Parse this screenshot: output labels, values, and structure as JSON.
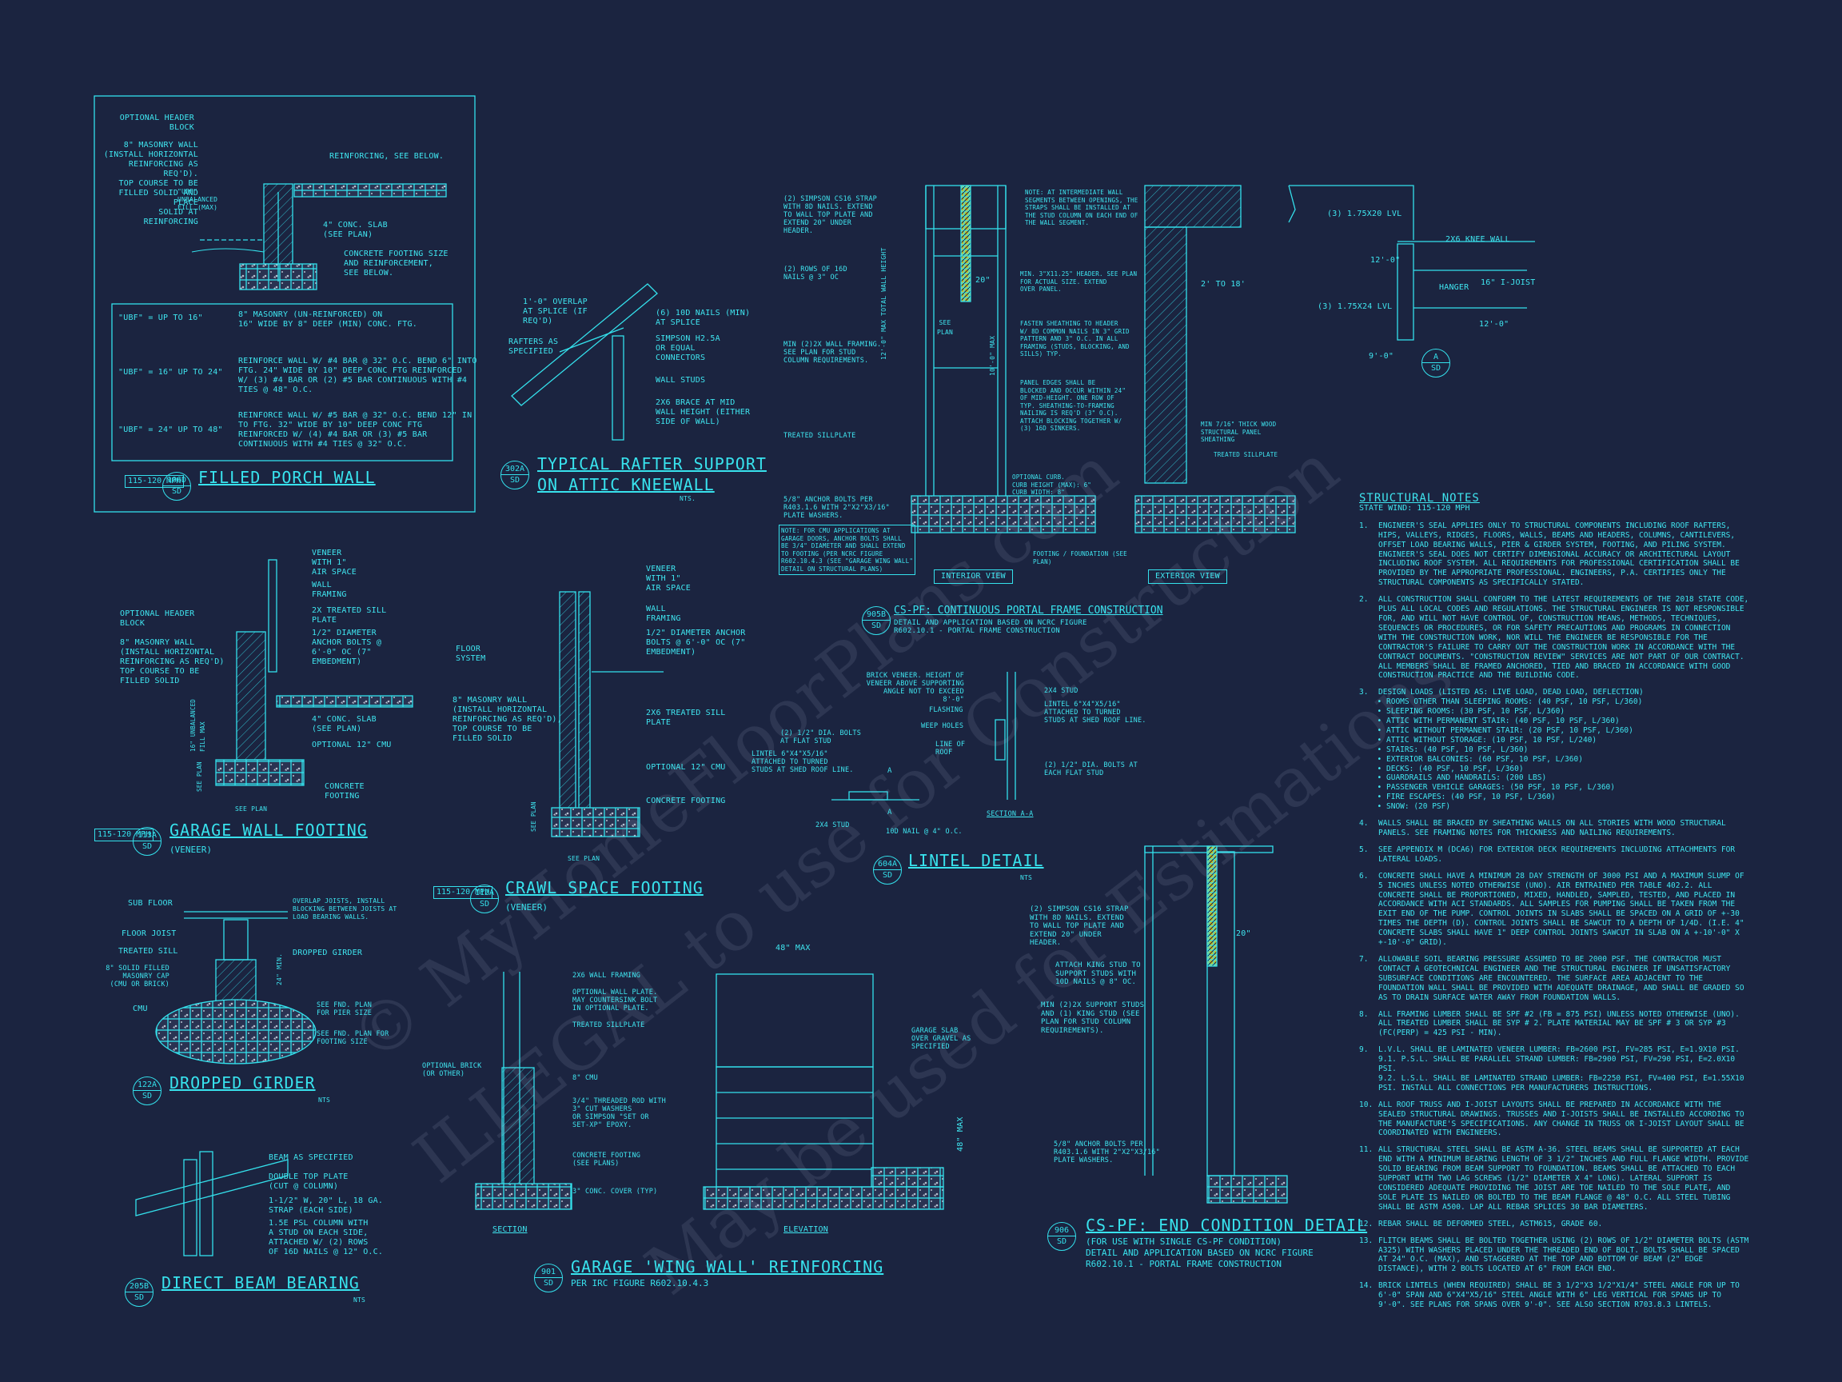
{
  "details": {
    "d106d": {
      "title": "FILLED PORCH WALL",
      "num": "106D",
      "sheet": "SD",
      "mph": "115-120\nMPH",
      "labels": [
        "OPTIONAL HEADER\nBLOCK",
        "8\" MASONRY WALL\n(INSTALL HORIZONTAL\nREINFORCING AS REQ'D).\nTOP COURSE TO BE\nFILLED SOLID AND PLACE\nSOLID AT REINFORCING",
        "REINFORCING, SEE BELOW.",
        "4\" CONC. SLAB\n(SEE PLAN)",
        "CONCRETE FOOTING SIZE\nAND REINFORCEMENT,\nSEE BELOW.",
        "\"UBF\"\nUNBALANCED\nFILL (MAX)"
      ],
      "table": [
        {
          "k": "\"UBF\" = UP TO 16\"",
          "v": "8\" MASONRY (UN-REINFORCED) ON\n16\" WIDE BY 8\" DEEP (MIN) CONC. FTG."
        },
        {
          "k": "\"UBF\" = 16\" UP TO 24\"",
          "v": "REINFORCE WALL W/ #4 BAR @ 32\" O.C. BEND 6\" INTO\nFTG. 24\" WIDE BY 10\" DEEP CONC FTG REINFORCED\nW/ (3) #4 BAR OR (2) #5 BAR CONTINUOUS WITH #4\nTIES @ 48\" O.C."
        },
        {
          "k": "\"UBF\" = 24\" UP TO 48\"",
          "v": "REINFORCE WALL W/ #5 BAR @ 32\" O.C. BEND 12\" IN\nTO FTG. 32\" WIDE BY 10\" DEEP CONC FTG\nREINFORCED W/ (4) #4 BAR OR (3) #5 BAR\nCONTINUOUS WITH #4 TIES @ 32\" O.C."
        }
      ]
    },
    "d302a": {
      "title": "TYPICAL RAFTER SUPPORT",
      "title2": "ON ATTIC KNEEWALL",
      "num": "302A",
      "sheet": "SD",
      "nts": "NTS.",
      "labels": [
        "1'-0\" OVERLAP\nAT SPLICE (IF\nREQ'D)",
        "RAFTERS AS\nSPECIFIED",
        "(6) 10d NAILS (MIN)\nAT SPLICE",
        "SIMPSON H2.5A\nOR EQUAL\nCONNECTORS",
        "WALL STUDS",
        "2x6 BRACE AT MID\nWALL HEIGHT (EITHER\nSIDE OF WALL)"
      ]
    },
    "d905b": {
      "title": "CS-PF: CONTINUOUS PORTAL FRAME CONSTRUCTION",
      "num": "905B",
      "sheet": "SD",
      "sub": "DETAIL AND APPLICATION BASED ON NCRC FIGURE\nR602.10.1 - PORTAL FRAME CONSTRUCTION",
      "interior": "INTERIOR VIEW",
      "exterior": "EXTERIOR VIEW",
      "labels": [
        "(2) SIMPSON CS16 STRAP\nWITH 8d NAILS. EXTEND\nTO WALL TOP PLATE AND\nEXTEND 20\" UNDER\nHEADER.",
        "(2) ROWS OF 16d\nNAILS @ 3\" OC",
        "MIN (2)2X WALL FRAMING.\nSEE PLAN FOR STUD\nCOLUMN REQUIREMENTS.",
        "TREATED SILLPLATE",
        "5/8\" ANCHOR BOLTS PER\nR403.1.6 WITH 2\"x2\"x3/16\"\nPLATE WASHERS.",
        "NOTE: AT INTERMEDIATE WALL\nSEGMENTS BETWEEN OPENINGS, THE\nSTRAPS SHALL BE INSTALLED AT\nTHE STUD COLUMN ON EACH END OF\nTHE WALL SEGMENT.",
        "MIN. 3\"x11.25\" HEADER. SEE PLAN\nFOR ACTUAL SIZE. EXTEND\nOVER PANEL.",
        "FASTEN SHEATHING TO HEADER\nW/ 8d COMMON NAILS IN 3\" GRID\nPATTERN AND 3\" O.C. IN ALL\nFRAMING (STUDS, BLOCKING, AND\nSILLS) TYP.",
        "PANEL EDGES SHALL BE\nBLOCKED AND OCCUR WITHIN 24\"\nOF MID-HEIGHT. ONE ROW OF\nTYP. SHEATHING-TO-FRAMING\nNAILING IS REQ'D (3\" O.C).\nATTACH BLOCKING TOGETHER W/\n(3) 16d SINKERS.",
        "OPTIONAL CURB.\nCURB HEIGHT (MAX): 6\"\nCURB WIDTH: 8\"",
        "MIN 7/16\" THICK WOOD\nSTRUCTURAL PANEL\nSHEATHING",
        "TREATED SILLPLATE",
        "FOOTING / FOUNDATION (SEE\nPLAN)",
        "NOTE: FOR CMU APPLICATIONS AT\nGARAGE DOORS, ANCHOR BOLTS SHALL\nBE 3/4\" DIAMETER AND SHALL EXTEND\nTO FOOTING (PER NCRC FIGURE\nR602.10.4.3 (SEE \"GARAGE WING WALL\"\nDETAIL ON STRUCTURAL PLANS)",
        "20\"",
        "SEE\nPLAN",
        "12'-0\" MAX TOTAL WALL HEIGHT",
        "10'-0\" MAX",
        "2' TO 18'"
      ]
    },
    "dA": {
      "num": "A",
      "sheet": "SD",
      "labels": [
        "(3) 1.75x20 LVL",
        "2x6 KNEE WALL",
        "HANGER",
        "16\" I-JOIST",
        "(3) 1.75x24 LVL",
        "12'-0\"",
        "12'-0\"",
        "9'-0\""
      ]
    },
    "d113a": {
      "title": "GARAGE WALL FOOTING",
      "num": "113A",
      "sheet": "SD",
      "mph": "115-120\nMPH",
      "sub": "(VENEER)",
      "labels": [
        "VENEER\nWITH 1\"\nAIR SPACE",
        "WALL\nFRAMING",
        "OPTIONAL HEADER\nBLOCK",
        "2x TREATED SILL\nPLATE",
        "8\" MASONRY WALL\n(INSTALL HORIZONTAL\nREINFORCING AS REQ'D)\nTOP COURSE TO BE\nFILLED SOLID",
        "1/2\" DIAMETER\nANCHOR BOLTS @\n6'-0\" OC (7\"\nEMBEDMENT)",
        "4\" CONC. SLAB\n(SEE PLAN)",
        "OPTIONAL 12\" CMU",
        "CONCRETE\nFOOTING",
        "SEE PLAN",
        "16\" UNBALANCED FILL MAX",
        "SEE PLAN"
      ]
    },
    "d112a": {
      "title": "CRAWL SPACE FOOTING",
      "num": "112A",
      "sheet": "SD",
      "mph": "115-120\nMPH",
      "sub": "(VENEER)",
      "labels": [
        "VENEER\nWITH 1\"\nAIR SPACE",
        "WALL\nFRAMING",
        "FLOOR\nSYSTEM",
        "1/2\" DIAMETER ANCHOR\nBOLTS @ 6'-0\" OC (7\"\nEMBEDMENT)",
        "8\" MASONRY WALL\n(INSTALL HORIZONTAL\nREINFORCING AS REQ'D),\nTOP COURSE TO BE\nFILLED SOLID",
        "2x6 TREATED SILL\nPLATE",
        "OPTIONAL 12\" CMU",
        "CONCRETE FOOTING",
        "SEE PLAN",
        "SEE PLAN"
      ]
    },
    "d604a": {
      "title": "LINTEL DETAIL",
      "num": "604A",
      "sheet": "SD",
      "nts": "NTS",
      "labels": [
        "BRICK VENEER. HEIGHT OF\nVENEER ABOVE SUPPORTING\nANGLE NOT TO EXCEED 8'-0\"",
        "2x4 STUD",
        "FLASHING",
        "LINTEL 6\"x4\"x5/16\"\nATTACHED TO TURNED\nSTUDS AT SHED ROOF LINE.",
        "WEEP HOLES",
        "LINE OF\nROOF",
        "(2) 1/2\" DIA. BOLTS\nAT FLAT STUD",
        "LINTEL 6\"x4\"x5/16\"\nATTACHED TO TURNED\nSTUDS AT SHED ROOF LINE.",
        "(2) 1/2\" DIA. BOLTS AT\nEACH FLAT STUD",
        "2x4 STUD",
        "10d NAIL @ 4\" O.C.",
        "SECTION A-A",
        "A",
        "A"
      ]
    },
    "d122a": {
      "title": "DROPPED GIRDER",
      "num": "122A",
      "sheet": "SD",
      "nts": "NTS",
      "labels": [
        "SUB FLOOR",
        "OVERLAP JOISTS, INSTALL\nBLOCKING BETWEEN JOISTS AT\nLOAD BEARING WALLS.",
        "FLOOR JOIST",
        "TREATED SILL",
        "DROPPED GIRDER",
        "8\" SOLID FILLED\nMASONRY CAP\n(CMU OR BRICK)",
        "CMU",
        "SEE FND. PLAN\nFOR PIER SIZE",
        "SEE FND. PLAN FOR\nFOOTING SIZE",
        "24\" MIN."
      ]
    },
    "d205b": {
      "title": "DIRECT BEAM BEARING",
      "num": "205B",
      "sheet": "SD",
      "nts": "NTS",
      "labels": [
        "BEAM AS SPECIFIED",
        "DOUBLE TOP PLATE\n(CUT @ COLUMN)",
        "1-1/2\" W, 20\" L, 18 GA.\nSTRAP (EACH SIDE)",
        "1.5E PSL COLUMN WITH\nA STUD ON EACH SIDE,\nATTACHED W/ (2) ROWS\nOF 16d NAILS @ 12\" O.C."
      ]
    },
    "d901": {
      "title": "GARAGE 'WING WALL' REINFORCING",
      "num": "901",
      "sheet": "SD",
      "sub": "PER IRC FIGURE R602.10.4.3",
      "section": "SECTION",
      "elevation": "ELEVATION",
      "labels": [
        "2x6 WALL FRAMING",
        "OPTIONAL WALL PLATE.\nMAY COUNTERSINK BOLT\nIN OPTIONAL PLATE.",
        "TREATED SILLPLATE",
        "OPTIONAL BRICK\n(OR OTHER)",
        "8\" CMU",
        "3/4\" THREADED ROD WITH\n3\" CUT WASHERS\nOR SIMPSON \"SET OR\nSET-XP\" EPOXY.",
        "CONCRETE FOOTING\n(SEE PLANS)",
        "3\" CONC. COVER (TYP)",
        "GARAGE SLAB\nOVER GRAVEL AS\nSPECIFIED",
        "48\" MAX",
        "48\" MAX"
      ]
    },
    "d906": {
      "title": "CS-PF: END CONDITION DETAIL",
      "num": "906",
      "sheet": "SD",
      "sub": "(FOR USE WITH SINGLE CS-PF CONDITION)\nDETAIL AND APPLICATION BASED ON NCRC FIGURE\nR602.10.1 - PORTAL FRAME CONSTRUCTION",
      "labels": [
        "(2) SIMPSON CS16 STRAP\nWITH 8d NAILS. EXTEND\nTO WALL TOP PLATE AND\nEXTEND 20\" UNDER\nHEADER.",
        "ATTACH KING STUD TO\nSUPPORT STUDS WITH\n10d NAILS @ 8\" OC.",
        "MIN (2)2X SUPPORT STUDS\nAND (1) KING STUD (SEE\nPLAN FOR STUD COLUMN\nREQUIREMENTS).",
        "5/8\" ANCHOR BOLTS PER\nR403.1.6 WITH 2\"x2\"x3/16\"\nPLATE WASHERS.",
        "20\""
      ]
    }
  },
  "notes": {
    "heading": "STRUCTURAL NOTES",
    "state": "STATE Wind: 115-120 mph",
    "items": [
      {
        "n": "1.",
        "text": "ENGINEER'S SEAL APPLIES ONLY TO STRUCTURAL COMPONENTS INCLUDING ROOF RAFTERS, HIPS, VALLEYS, RIDGES, FLOORS, WALLS, BEAMS AND HEADERS, COLUMNS, CANTILEVERS, OFFSET LOAD BEARING WALLS, PIER & GIRDER SYSTEM, FOOTING, AND PILING SYSTEM. ENGINEER'S SEAL DOES NOT CERTIFY DIMENSIONAL ACCURACY OR ARCHITECTURAL LAYOUT INCLUDING ROOF SYSTEM. ALL REQUIREMENTS FOR PROFESSIONAL CERTIFICATION SHALL BE PROVIDED BY THE APPROPRIATE PROFESSIONAL. ENGINEERS, P.A. CERTIFIES ONLY THE STRUCTURAL COMPONENTS AS SPECIFICALLY STATED."
      },
      {
        "n": "2.",
        "text": "ALL CONSTRUCTION SHALL CONFORM TO THE LATEST REQUIREMENTS OF THE 2018 STATE CODE, PLUS ALL LOCAL CODES AND REGULATIONS. THE STRUCTURAL ENGINEER IS NOT RESPONSIBLE FOR, AND WILL NOT HAVE CONTROL OF, CONSTRUCTION MEANS, METHODS, TECHNIQUES, SEQUENCES OR PROCEDURES, OR FOR SAFETY PRECAUTIONS AND PROGRAMS IN CONNECTION WITH THE CONSTRUCTION WORK, NOR WILL THE ENGINEER BE RESPONSIBLE FOR THE CONTRACTOR'S FAILURE TO CARRY OUT THE CONSTRUCTION WORK IN ACCORDANCE WITH THE CONTRACT DOCUMENTS. \"CONSTRUCTION REVIEW\" SERVICES ARE NOT PART OF OUR CONTRACT. ALL MEMBERS SHALL BE FRAMED ANCHORED, TIED AND BRACED IN ACCORDANCE WITH GOOD CONSTRUCTION PRACTICE AND THE BUILDING CODE."
      },
      {
        "n": "3.",
        "text": "DESIGN LOADS (LISTED AS: LIVE LOAD, DEAD LOAD, DEFLECTION)",
        "list": [
          "ROOMS OTHER THAN SLEEPING ROOMS: (40 PSF, 10 PSF, L/360)",
          "SLEEPING ROOMS: (30 PSF, 10 PSF, L/360)",
          "ATTIC WITH PERMANENT STAIR: (40 PSF, 10 PSF, L/360)",
          "ATTIC WITHOUT PERMANENT STAIR: (20 PSF, 10 PSF, L/360)",
          "ATTIC WITHOUT STORAGE: (10 PSF, 10 PSF, L/240)",
          "STAIRS: (40 PSF, 10 PSF, L/360)",
          "EXTERIOR BALCONIES: (60 PSF, 10 PSF, L/360)",
          "DECKS: (40 PSF, 10 PSF, L/360)",
          "GUARDRAILS AND HANDRAILS: (200 LBS)",
          "PASSENGER VEHICLE GARAGES: (50 PSF, 10 PSF, L/360)",
          "FIRE ESCAPES: (40 PSF, 10 PSF, L/360)",
          "SNOW: (20 PSF)"
        ]
      },
      {
        "n": "4.",
        "text": "WALLS SHALL BE BRACED BY SHEATHING WALLS ON ALL STORIES WITH WOOD STRUCTURAL PANELS. SEE FRAMING NOTES FOR THICKNESS AND NAILING REQUIREMENTS."
      },
      {
        "n": "5.",
        "text": "SEE APPENDIX M (DCA6) FOR EXTERIOR DECK REQUIREMENTS INCLUDING ATTACHMENTS FOR LATERAL LOADS."
      },
      {
        "n": "6.",
        "text": "CONCRETE SHALL HAVE A MINIMUM 28 DAY STRENGTH OF 3000 PSI AND A MAXIMUM SLUMP OF 5 INCHES UNLESS NOTED OTHERWISE (UNO). AIR ENTRAINED PER TABLE 402.2. ALL CONCRETE SHALL BE PROPORTIONED, MIXED, HANDLED, SAMPLED, TESTED, AND PLACED IN ACCORDANCE WITH ACI STANDARDS. ALL SAMPLES FOR PUMPING SHALL BE TAKEN FROM THE EXIT END OF THE PUMP. CONTROL JOINTS IN SLABS SHALL BE SPACED ON A GRID OF +-30 TIMES THE DEPTH (D). CONTROL JOINTS SHALL BE SAWCUT TO A DEPTH OF 1/4D. (I.E. 4\" CONCRETE SLABS SHALL HAVE 1\" DEEP CONTROL JOINTS SAWCUT IN SLAB ON A +-10'-0\" x +-10'-0\" GRID)."
      },
      {
        "n": "7.",
        "text": "ALLOWABLE SOIL BEARING PRESSURE ASSUMED TO BE 2000 PSF. THE CONTRACTOR MUST CONTACT A GEOTECHNICAL ENGINEER AND THE STRUCTURAL ENGINEER IF UNSATISFACTORY SUBSURFACE CONDITIONS ARE ENCOUNTERED. THE SURFACE AREA ADJACENT TO THE FOUNDATION WALL SHALL BE PROVIDED WITH ADEQUATE DRAINAGE, AND SHALL BE GRADED SO AS TO DRAIN SURFACE WATER AWAY FROM FOUNDATION WALLS."
      },
      {
        "n": "8.",
        "text": "ALL FRAMING LUMBER SHALL BE SPF #2 (Fb = 875 PSI) UNLESS NOTED OTHERWISE (UNO). ALL TREATED LUMBER SHALL BE SYP # 2. PLATE MATERIAL MAY BE SPF # 3 OR SYP #3 (Fc(perp) = 425 PSI - MIN)."
      },
      {
        "n": "9.",
        "text": "L.V.L. SHALL BE LAMINATED VENEER LUMBER: Fb=2600 PSI, Fv=285 PSI, E=1.9x10 PSI.\n9.1. P.S.L. SHALL BE PARALLEL STRAND LUMBER: Fb=2900 PSI, Fv=290 PSI, E=2.0x10 PSI.\n9.2. L.S.L. SHALL BE LAMINATED STRAND LUMBER: Fb=2250 PSI, Fv=400 PSI, E=1.55x10 PSI. INSTALL ALL CONNECTIONS PER MANUFACTURERS INSTRUCTIONS."
      },
      {
        "n": "10.",
        "text": "ALL ROOF TRUSS AND I-JOIST LAYOUTS SHALL BE PREPARED IN ACCORDANCE WITH THE SEALED STRUCTURAL DRAWINGS. TRUSSES AND I-JOISTS SHALL BE INSTALLED ACCORDING TO THE MANUFACTURE'S SPECIFICATIONS. ANY CHANGE IN TRUSS OR I-JOIST LAYOUT SHALL BE COORDINATED WITH ENGINEERS."
      },
      {
        "n": "11.",
        "text": "ALL STRUCTURAL STEEL SHALL BE ASTM A-36. STEEL BEAMS SHALL BE SUPPORTED AT EACH END WITH A MINIMUM BEARING LENGTH OF 3 1/2\" INCHES AND FULL FLANGE WIDTH. PROVIDE SOLID BEARING FROM BEAM SUPPORT TO FOUNDATION. BEAMS SHALL BE ATTACHED TO EACH SUPPORT WITH TWO LAG SCREWS (1/2\" DIAMETER x 4\" LONG). LATERAL SUPPORT IS CONSIDERED ADEQUATE PROVIDING THE JOIST ARE TOE NAILED TO THE SOLE PLATE, AND SOLE PLATE IS NAILED OR BOLTED TO THE BEAM FLANGE @ 48\" O.C. ALL STEEL TUBING SHALL BE ASTM A500. LAP ALL REBAR SPLICES 30 BAR DIAMETERS."
      },
      {
        "n": "12.",
        "text": "REBAR SHALL BE DEFORMED STEEL, ASTM615, GRADE 60."
      },
      {
        "n": "13.",
        "text": "FLITCH BEAMS SHALL BE BOLTED TOGETHER USING (2) ROWS OF 1/2\" DIAMETER BOLTS (ASTM A325) WITH WASHERS PLACED UNDER THE THREADED END OF BOLT. BOLTS SHALL BE SPACED AT 24\" O.C. (MAX), AND STAGGERED AT THE TOP AND BOTTOM OF BEAM (2\" EDGE DISTANCE), WITH 2 BOLTS LOCATED AT 6\" FROM EACH END."
      },
      {
        "n": "14.",
        "text": "BRICK LINTELS (WHEN REQUIRED) SHALL BE 3 1/2\"x3 1/2\"x1/4\" STEEL ANGLE FOR UP TO 6'-0\" SPAN AND 6\"x4\"x5/16\" STEEL ANGLE WITH 6\" LEG VERTICAL FOR SPANS UP TO 9'-0\". SEE PLANS FOR SPANS OVER 9'-0\". SEE ALSO SECTION R703.8.3 LINTELS."
      }
    ]
  },
  "watermark": {
    "line1": "© MyHomeFloorPlans.com",
    "line2": "ILLEGAL to use for Construction",
    "line3": "May be used for Estimations"
  },
  "colors": {
    "background": "#1b2440",
    "line": "#34e1ec",
    "strap": "#e6e23a",
    "concrete": "#8a93a8"
  }
}
